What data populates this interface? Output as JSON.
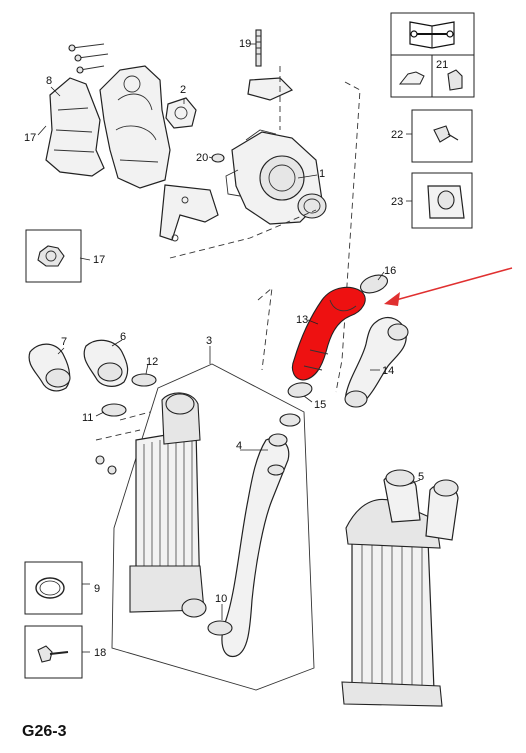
{
  "page_code": "G26-3",
  "callouts": [
    "1",
    "2",
    "3",
    "4",
    "5",
    "6",
    "7",
    "8",
    "9",
    "10",
    "11",
    "12",
    "13",
    "14",
    "15",
    "16",
    "17",
    "17",
    "18",
    "19",
    "20",
    "21",
    "22",
    "23"
  ],
  "colors": {
    "highlight_part": "#ee1111",
    "arrow": "#e03030",
    "line": "#222222"
  },
  "icons": {
    "manual_symbol": "open-book-wrench-icon",
    "oil_can_symbol": "oil-can-icon"
  }
}
